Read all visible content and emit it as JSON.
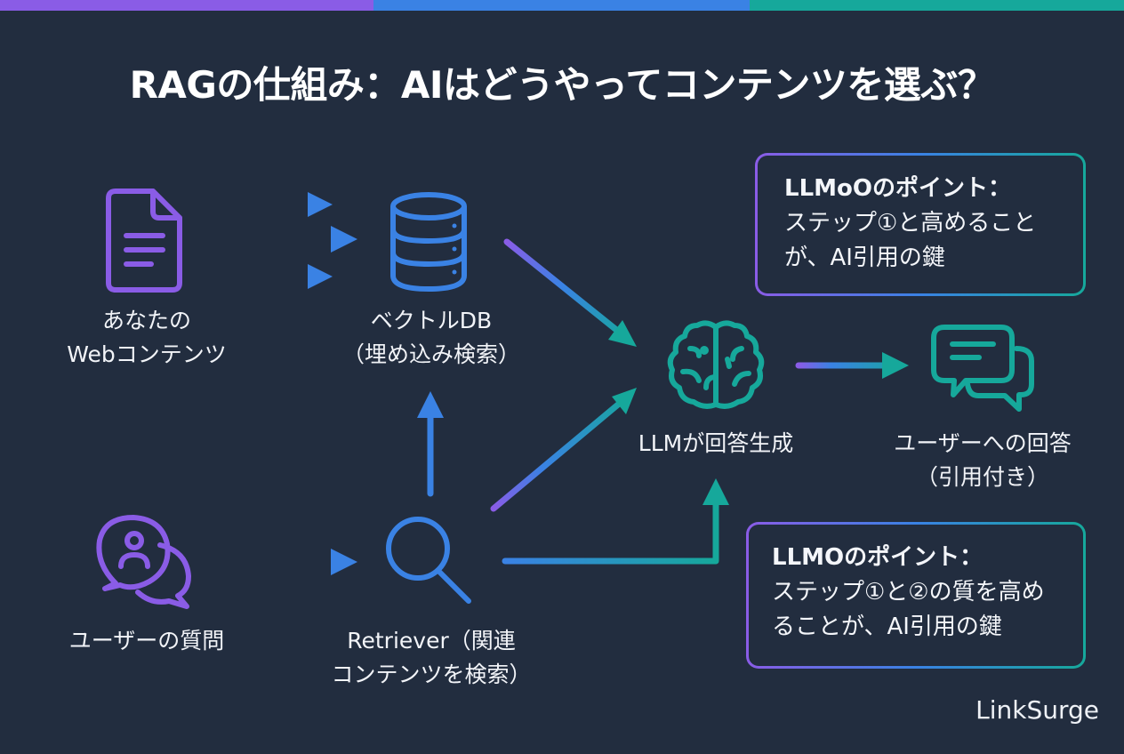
{
  "header": {
    "title": "RAGの仕組み：AIはどうやってコンテンツを選ぶ？",
    "accent_colors": [
      "#8a5ce6",
      "#3a82e4",
      "#16a89b"
    ]
  },
  "nodes": {
    "web_content": {
      "icon": "document-icon",
      "line1": "あなたの",
      "line2": "Webコンテンツ"
    },
    "vector_db": {
      "icon": "database-icon",
      "line1": "ベクトルDB",
      "line2": "（埋め込み検索）"
    },
    "user_question": {
      "icon": "user-chat-icon",
      "line1": "ユーザーの質問"
    },
    "retriever": {
      "icon": "search-icon",
      "line1": "Retriever（関連",
      "line2": "コンテンツを検索）"
    },
    "llm": {
      "icon": "brain-icon",
      "line1": "LLMが回答生成"
    },
    "answer": {
      "icon": "chat-bubbles-icon",
      "line1": "ユーザーへの回答",
      "line2": "（引用付き）"
    }
  },
  "callouts": {
    "top": {
      "title": "LLMoOのポイント：",
      "line1": "ステップ①と高めること",
      "line2": "が、AI引用の鍵"
    },
    "bottom": {
      "title": "LLMOのポイント：",
      "line1": "ステップ①と②の質を高め",
      "line2": "ることが、AI引用の鍵"
    }
  },
  "flows": [
    {
      "from": "web_content",
      "to": "vector_db"
    },
    {
      "from": "user_question",
      "to": "retriever"
    },
    {
      "from": "retriever",
      "to": "vector_db"
    },
    {
      "from": "vector_db",
      "to": "llm"
    },
    {
      "from": "retriever",
      "to": "llm"
    },
    {
      "from": "llm",
      "to": "answer"
    }
  ],
  "footer": {
    "brand": "LinkSurge"
  }
}
